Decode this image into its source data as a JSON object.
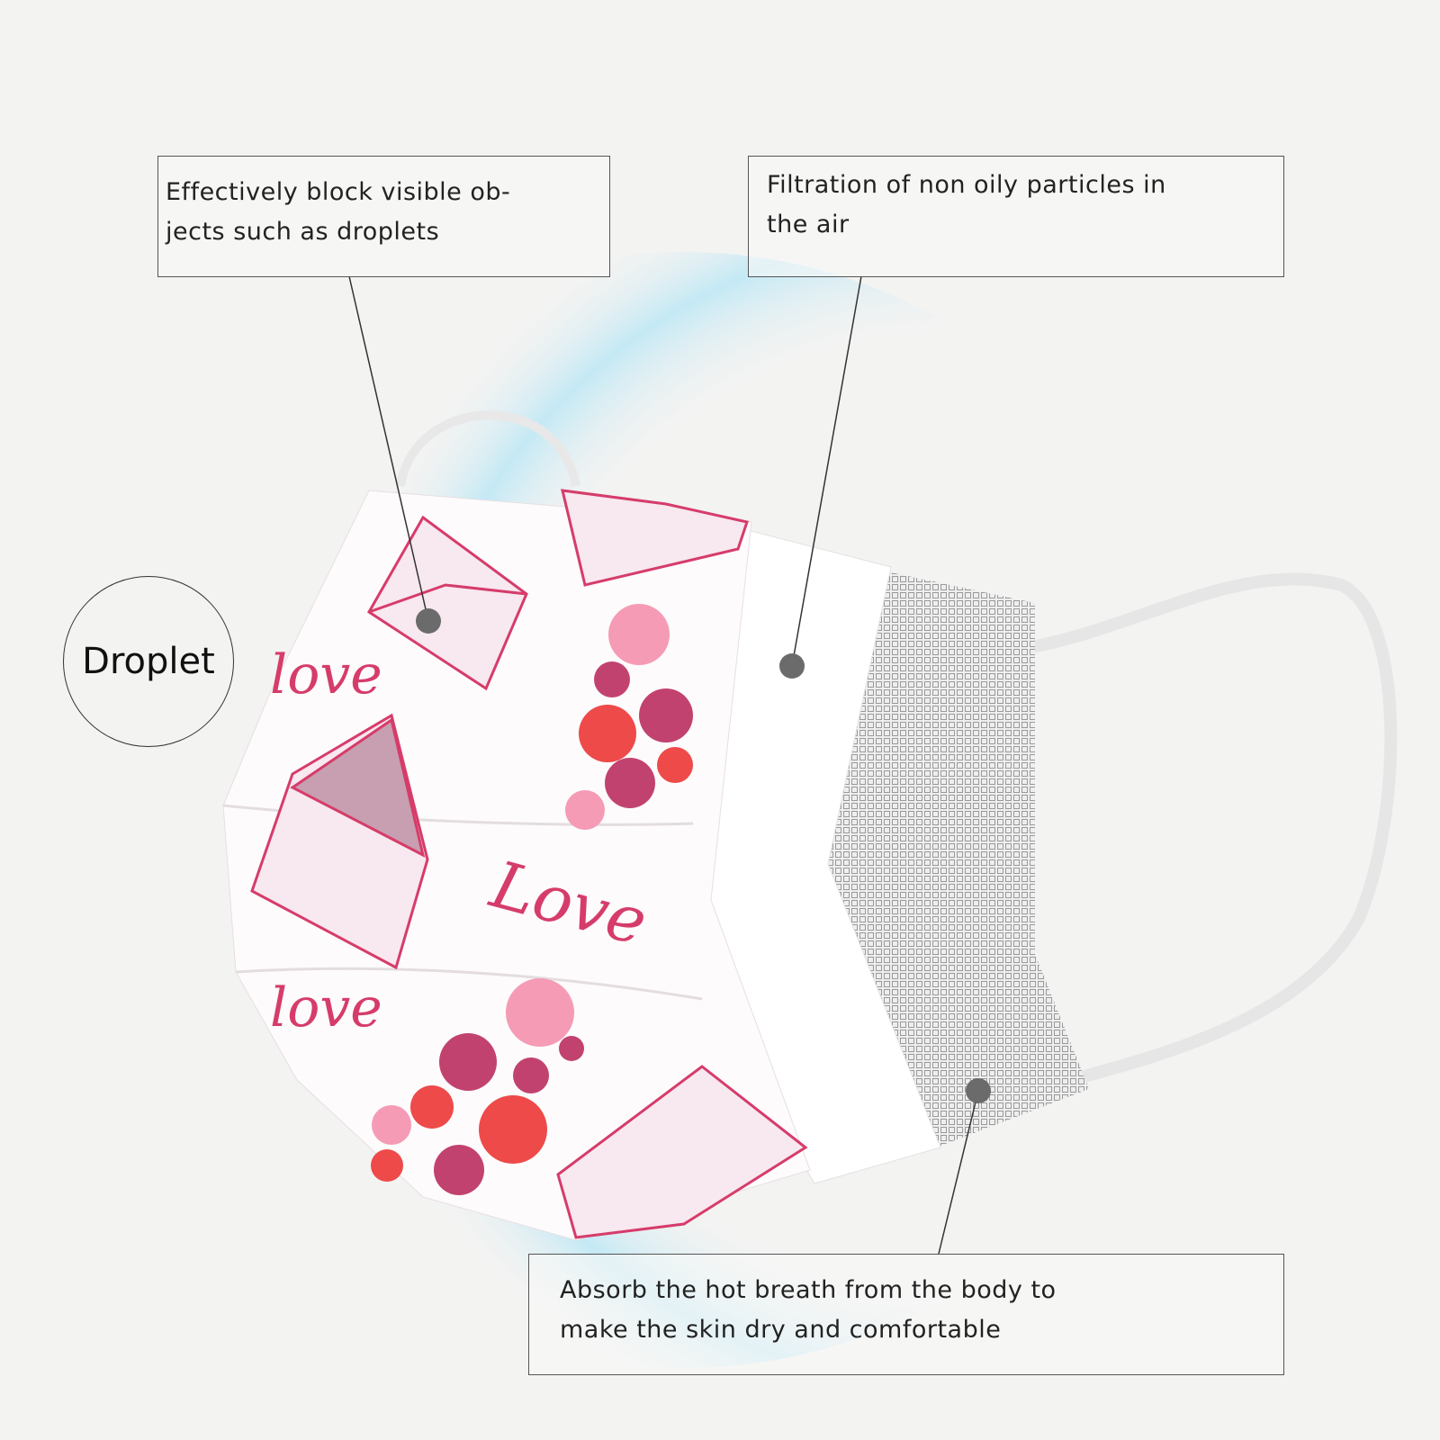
{
  "callouts": {
    "block": {
      "line1": "Effectively block visible ob-",
      "line2": "jects such as droplets"
    },
    "filtration": {
      "line1": "Filtration of non oily particles in",
      "line2": "the air"
    },
    "absorb": {
      "line1": "Absorb the hot breath from the body to",
      "line2": "make the skin dry and comfortable"
    }
  },
  "droplet_label": "Droplet",
  "pattern_text": {
    "love1": "love",
    "love2": "Love",
    "love3": "love"
  },
  "colors": {
    "background": "#f3f3f2",
    "droplet_blue": "#bfe6f3",
    "heart_red": "#ee4a4a",
    "heart_pink": "#f59bb5",
    "heart_plum": "#c2426f",
    "mesh_gray": "#b8b8b8"
  }
}
